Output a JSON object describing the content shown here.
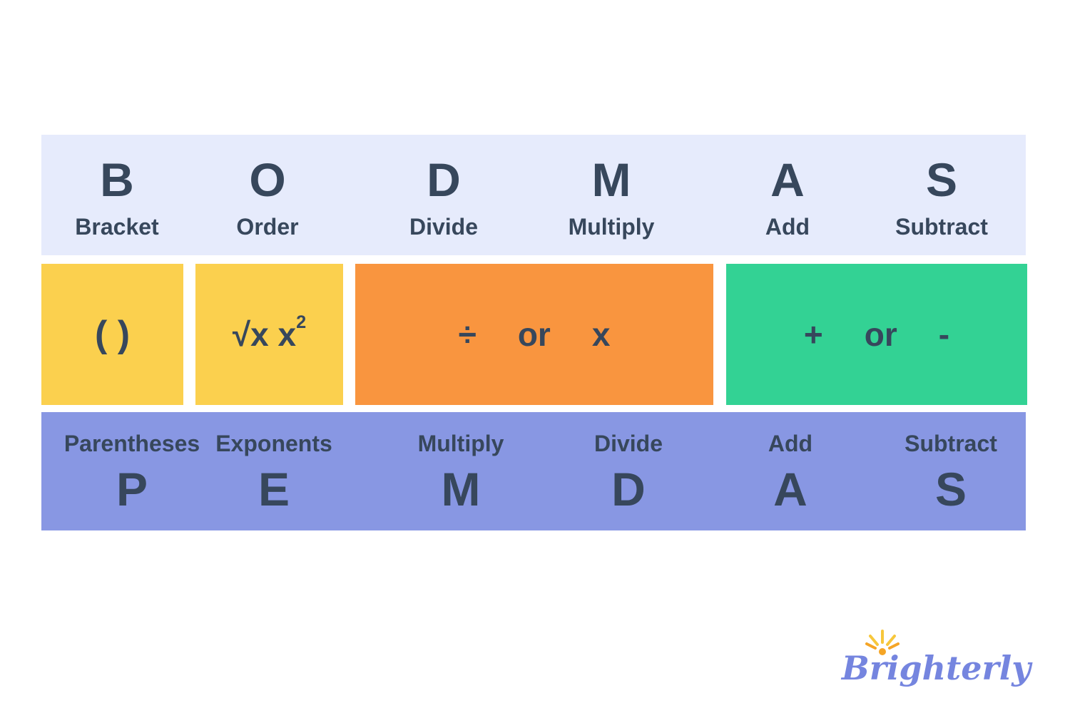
{
  "bodmas_row": {
    "background": "#E6EBFC",
    "items": [
      {
        "letter": "B",
        "label": "Bracket"
      },
      {
        "letter": "O",
        "label": "Order"
      },
      {
        "letter": "D",
        "label": "Divide"
      },
      {
        "letter": "M",
        "label": "Multiply"
      },
      {
        "letter": "A",
        "label": "Add"
      },
      {
        "letter": "S",
        "label": "Subtract"
      }
    ]
  },
  "symbol_boxes": [
    {
      "name": "parentheses",
      "color": "#FBD04E",
      "symbol": "( )"
    },
    {
      "name": "exponents",
      "color": "#FBD04E",
      "symbol": "√x x",
      "superscript": "2"
    },
    {
      "name": "divide-multiply",
      "color": "#F9953F",
      "parts": [
        "÷",
        "or",
        "x"
      ]
    },
    {
      "name": "add-subtract",
      "color": "#33D294",
      "parts": [
        "+",
        "or",
        "-"
      ]
    }
  ],
  "pemdas_row": {
    "background": "#8897E3",
    "items": [
      {
        "label": "Parentheses",
        "letter": "P"
      },
      {
        "label": "Exponents",
        "letter": "E"
      },
      {
        "label": "Multiply",
        "letter": "M"
      },
      {
        "label": "Divide",
        "letter": "D"
      },
      {
        "label": "Add",
        "letter": "A"
      },
      {
        "label": "Subtract",
        "letter": "S"
      }
    ]
  },
  "logo": {
    "text": "Brighterly",
    "color": "#7585DF",
    "icon": "sun-icon",
    "sun_color": "#F5A526"
  },
  "colors": {
    "ink": "#37475C",
    "yellow": "#FBD04E",
    "orange": "#F9953F",
    "green": "#33D294",
    "lavender": "#E6EBFC",
    "periwinkle": "#8897E3"
  }
}
